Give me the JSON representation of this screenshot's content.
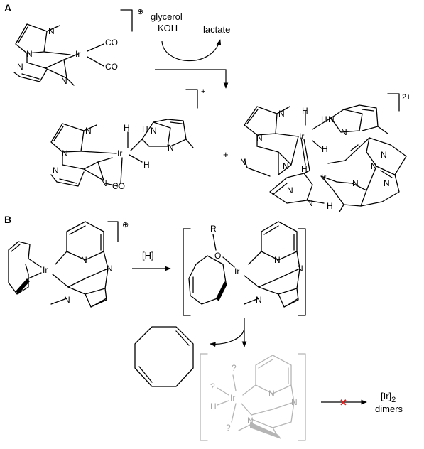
{
  "panels": [
    {
      "label": "A"
    },
    {
      "label": "B"
    }
  ],
  "reaction_a": {
    "reagent_line1": "glycerol",
    "reagent_line2": "KOH",
    "product": "lactate",
    "plus": "+"
  },
  "reaction_b": {
    "reagent": "[H]",
    "dimer_line1": "[Ir]",
    "dimer_subscript": "2",
    "dimer_line2": "dimers",
    "blocked_mark": "✕",
    "alkoxide_r": "R",
    "alkoxide_o": "O"
  },
  "atoms": {
    "iridium": "Ir",
    "nitrogen": "N",
    "hydrogen": "H",
    "carbonyl": "CO",
    "unknown": "?"
  },
  "charges": {
    "plus": "+",
    "plus_circle": "⊕",
    "two_plus": "2+"
  },
  "colors": {
    "ink": "#000000",
    "faded": "#b5b5b5",
    "blocked_mark": "#e02020"
  }
}
